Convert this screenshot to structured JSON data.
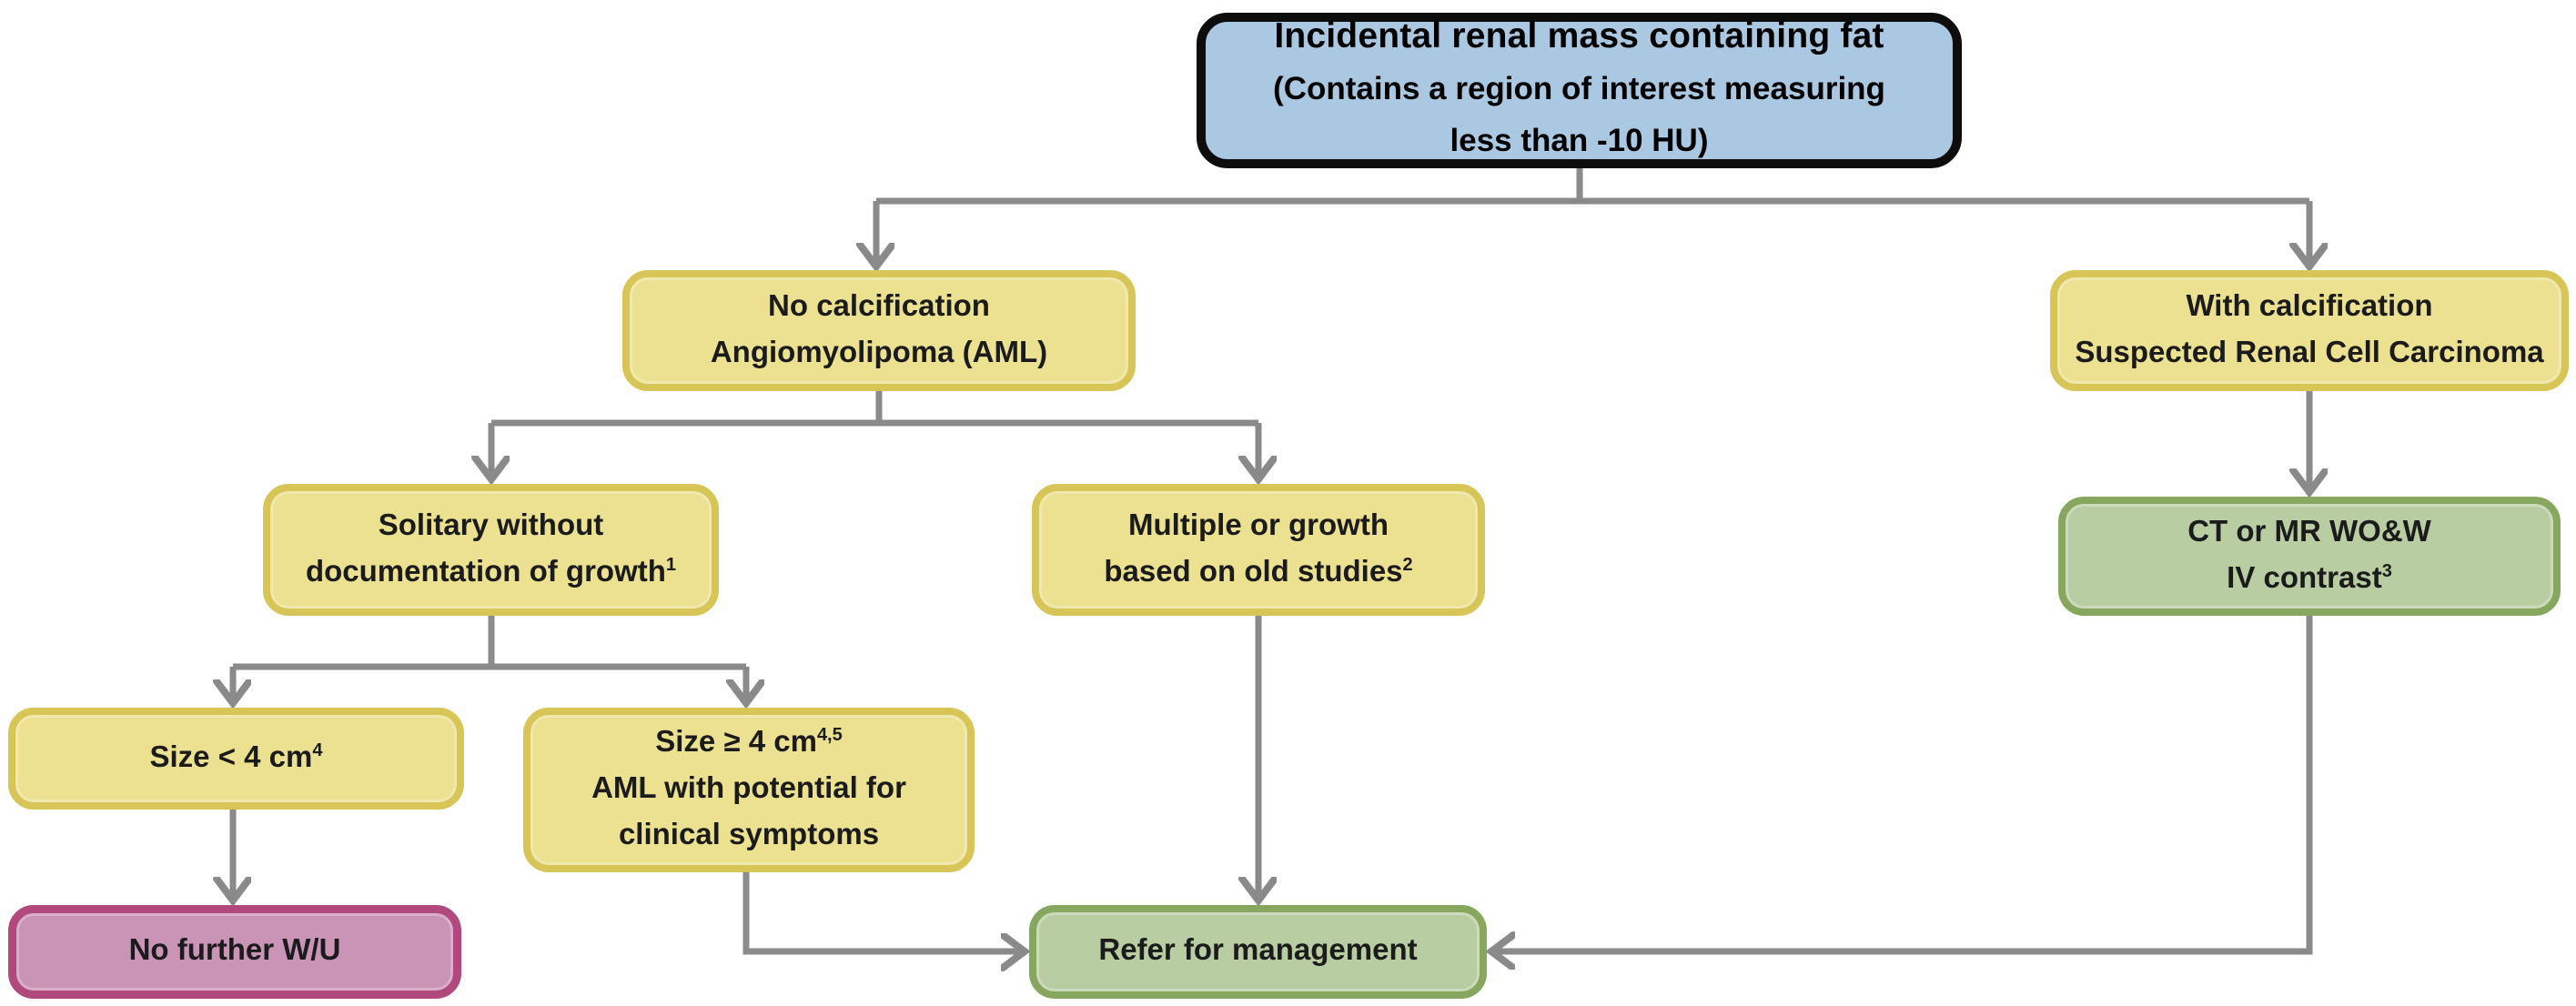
{
  "diagram": {
    "title": "Incidental renal mass containing fat flowchart",
    "connector_color": "#8a8a8a",
    "text_color": "#1b1b1b",
    "nodes": {
      "start": {
        "fill": "#abc8e2",
        "border": "#0d0d0d",
        "lines": [
          {
            "text": "Incidental renal mass containing fat"
          },
          {
            "text": "(Contains a region of interest measuring"
          },
          {
            "text": "less than -10 HU)"
          }
        ]
      },
      "no_calcification": {
        "fill": "#ebe190",
        "border": "#d8c557",
        "lines": [
          {
            "text": "No calcification"
          },
          {
            "text": "Angiomyolipoma (AML)"
          }
        ]
      },
      "with_calcification": {
        "fill": "#ebe190",
        "border": "#d8c557",
        "lines": [
          {
            "text": "With calcification"
          },
          {
            "text": "Suspected Renal Cell Carcinoma"
          }
        ]
      },
      "solitary": {
        "fill": "#ebe190",
        "border": "#d8c557",
        "lines": [
          {
            "text": "Solitary without"
          },
          {
            "text": "documentation of growth",
            "sup": "1"
          }
        ]
      },
      "multiple": {
        "fill": "#ebe190",
        "border": "#d8c557",
        "lines": [
          {
            "text": "Multiple or growth"
          },
          {
            "text": "based on old studies",
            "sup": "2"
          }
        ]
      },
      "ct_mr": {
        "fill": "#b9cda3",
        "border": "#87a75e",
        "lines": [
          {
            "text": "CT or MR WO&W"
          },
          {
            "text": "IV contrast",
            "sup": "3"
          }
        ]
      },
      "size_lt": {
        "fill": "#ebe190",
        "border": "#d8c557",
        "lines": [
          {
            "text": "Size < 4 cm",
            "sup": "4"
          }
        ]
      },
      "size_ge": {
        "fill": "#ebe190",
        "border": "#d8c557",
        "lines": [
          {
            "text": "Size ≥ 4 cm",
            "sup": "4,5"
          },
          {
            "text": "AML with potential for"
          },
          {
            "text": "clinical symptoms"
          }
        ]
      },
      "no_wu": {
        "fill": "#c994b5",
        "border": "#b1497f",
        "lines": [
          {
            "text": "No further W/U"
          }
        ]
      },
      "refer": {
        "fill": "#b9cda3",
        "border": "#87a75e",
        "lines": [
          {
            "text": "Refer for management"
          }
        ]
      }
    },
    "edges": [
      {
        "from": "start",
        "to": "no_calcification"
      },
      {
        "from": "start",
        "to": "with_calcification"
      },
      {
        "from": "no_calcification",
        "to": "solitary"
      },
      {
        "from": "no_calcification",
        "to": "multiple"
      },
      {
        "from": "with_calcification",
        "to": "ct_mr"
      },
      {
        "from": "solitary",
        "to": "size_lt"
      },
      {
        "from": "solitary",
        "to": "size_ge"
      },
      {
        "from": "size_lt",
        "to": "no_wu"
      },
      {
        "from": "size_ge",
        "to": "refer"
      },
      {
        "from": "multiple",
        "to": "refer"
      },
      {
        "from": "ct_mr",
        "to": "refer"
      }
    ]
  }
}
